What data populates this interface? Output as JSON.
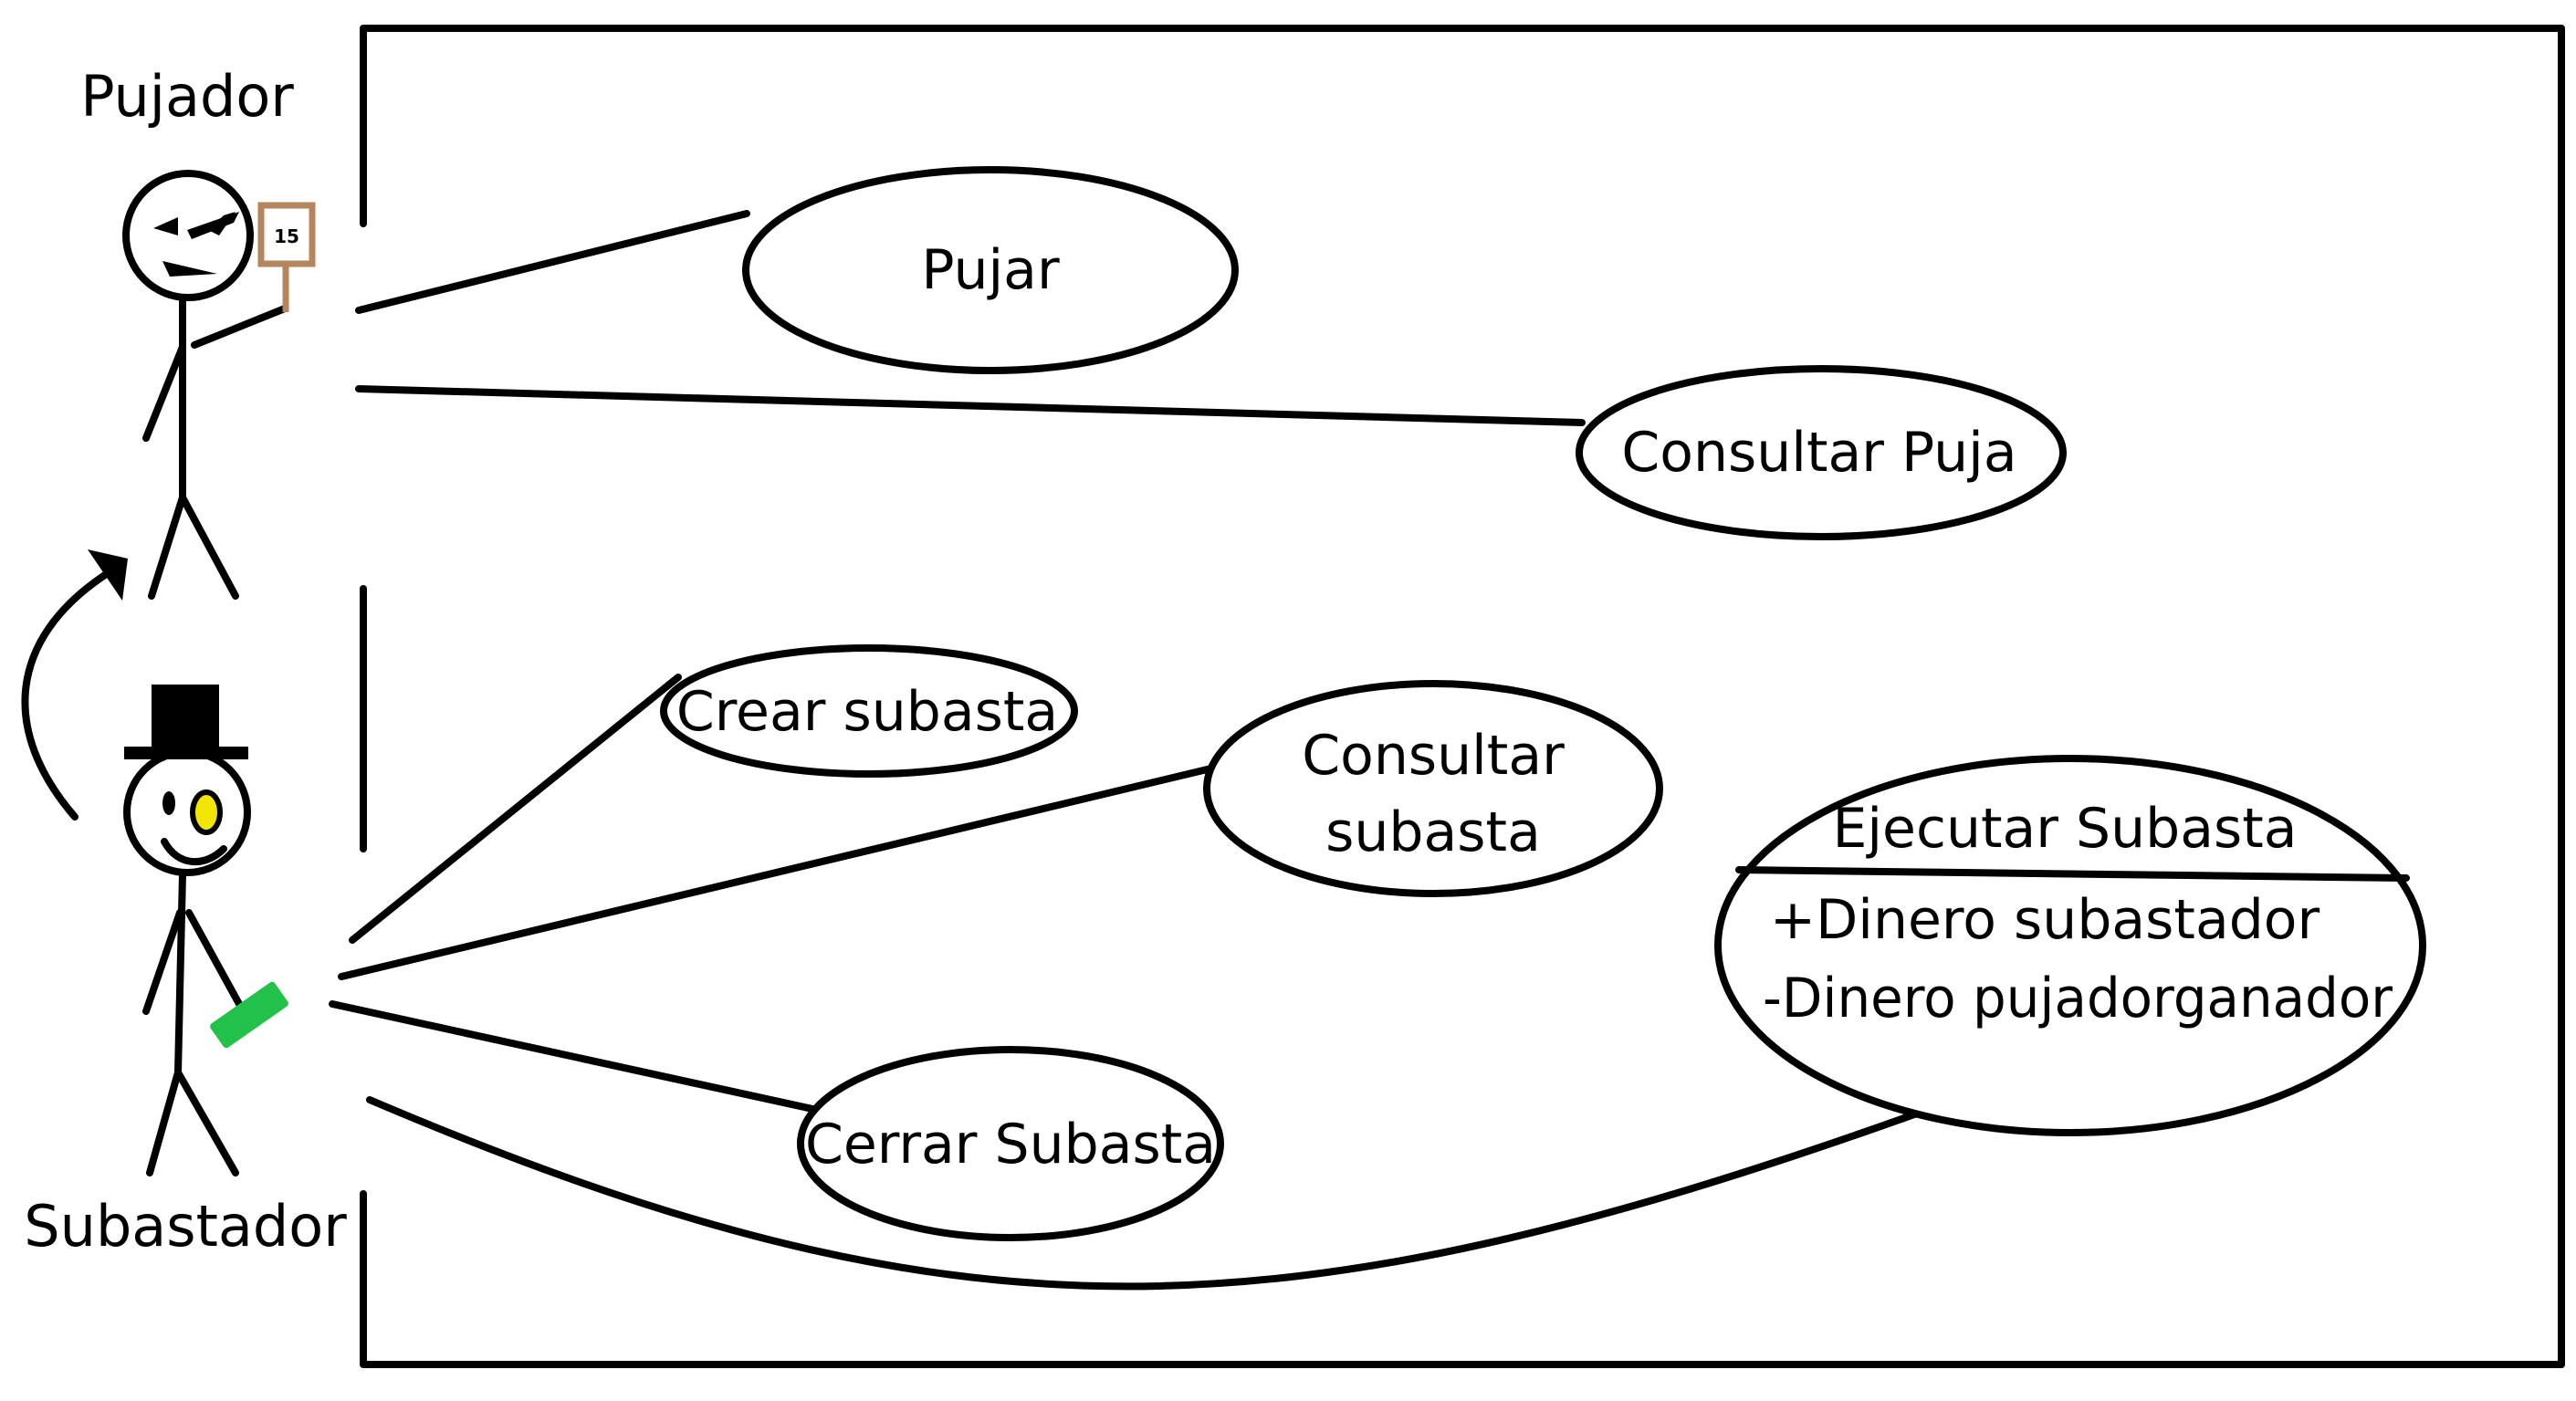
{
  "actors": {
    "bidder": {
      "label": "Pujador",
      "sign_number": "15"
    },
    "auctioneer": {
      "label": "Subastador"
    }
  },
  "use_cases": {
    "pujar": "Pujar",
    "consultar_puja": "Consultar Puja",
    "crear_subasta": "Crear subasta",
    "consultar_subasta_line1": "Consultar",
    "consultar_subasta_line2": "subasta",
    "cerrar_subasta": "Cerrar Subasta",
    "ejecutar_subasta": {
      "title": "Ejecutar Subasta",
      "line1": "+Dinero subastador",
      "line2": "-Dinero pujadorganador"
    }
  },
  "colors": {
    "sign_border": "#b5855e",
    "money": "#22c24a",
    "monocle": "#f2e600"
  }
}
